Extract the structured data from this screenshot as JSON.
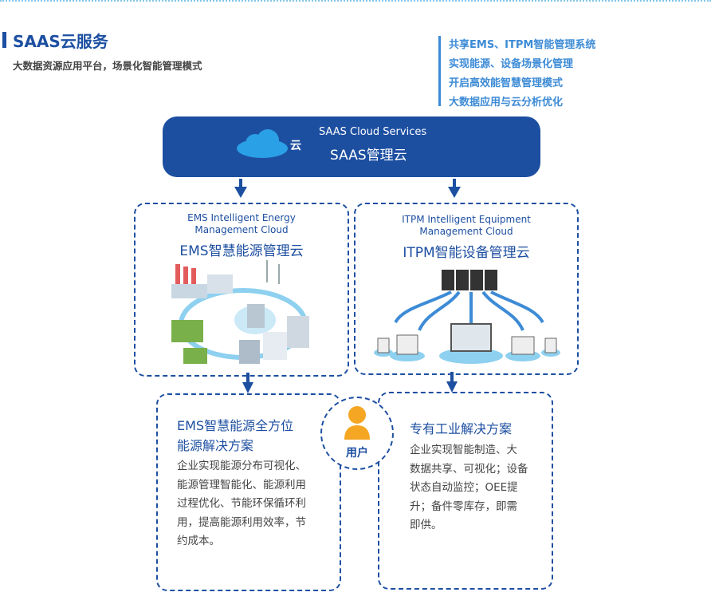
{
  "header": {
    "title": "SAAS云服务",
    "subtitle": "大数据资源应用平台，场景化智能管理模式"
  },
  "features": [
    "共享EMS、ITPM智能管理系统",
    "实现能源、设备场景化管理",
    "开启高效能智慧管理模式",
    "大数据应用与云分析优化"
  ],
  "cloud": {
    "icon_label": "云",
    "name_en": "SAAS Cloud Services",
    "name_cn": "SAAS管理云",
    "icon": "cloud-icon"
  },
  "ems": {
    "name_en_line1": "EMS Intelligent Energy",
    "name_en_line2": "Management Cloud",
    "name_cn": "EMS智慧能源管理云",
    "solution_title_line1": "EMS智慧能源全方位",
    "solution_title_line2": "能源解决方案",
    "solution_body": [
      "企业实现能源分布可视化、",
      "能源管理智能化、能源利用",
      "过程优化、节能环保循环利",
      "用，提高能源利用效率，节",
      "约成本。"
    ]
  },
  "itpm": {
    "name_en_line1": "ITPM Intelligent Equipment",
    "name_en_line2": "Management Cloud",
    "name_cn": "ITPM智能设备管理云",
    "solution_title": "专有工业解决方案",
    "solution_body": [
      "企业实现智能制造、大",
      "数据共享、可视化；设备",
      "状态自动监控；OEE提",
      "升；备件零库存，即需",
      "即供。"
    ]
  },
  "user": {
    "label": "用户",
    "icon": "user-icon"
  },
  "colors": {
    "primary": "#1d4fa1",
    "accent": "#3d8bd6",
    "cloud": "#2aa0e6"
  }
}
